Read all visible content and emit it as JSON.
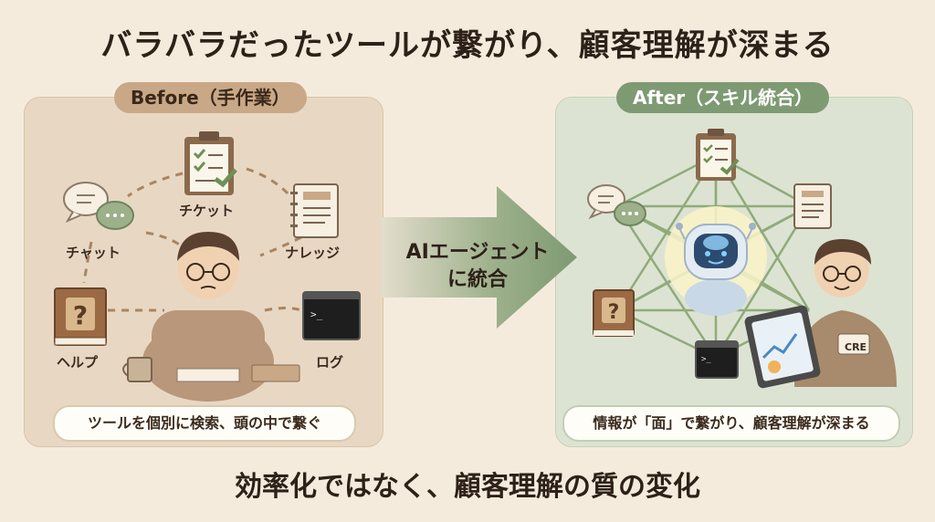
{
  "title": "バラバラだったツールが繋がり、顧客理解が深まる",
  "before": {
    "badge": "Before（手作業）",
    "labels": {
      "ticket": "チケット",
      "chat": "チャット",
      "knowledge": "ナレッジ",
      "help": "ヘルプ",
      "log": "ログ"
    },
    "caption": "ツールを個別に検索、頭の中で繋ぐ"
  },
  "arrow": {
    "line1": "AIエージェント",
    "line2": "に統合"
  },
  "after": {
    "badge": "After（スキル統合）",
    "badge_tag": "CRE",
    "caption": "情報が「面」で繋がり、顧客理解が深まる"
  },
  "footer": "効率化ではなく、顧客理解の質の変化",
  "colors": {
    "before_panel": "#e8d8c3",
    "after_panel": "#dde3d2",
    "arrow": "#7e9a73",
    "before_pill": "#c9a887",
    "after_pill": "#7e9a73"
  },
  "icons": [
    "clipboard-icon",
    "chat-bubbles-icon",
    "notebook-icon",
    "help-book-icon",
    "terminal-icon",
    "person-icon",
    "robot-icon",
    "tablet-icon",
    "mug-icon"
  ]
}
